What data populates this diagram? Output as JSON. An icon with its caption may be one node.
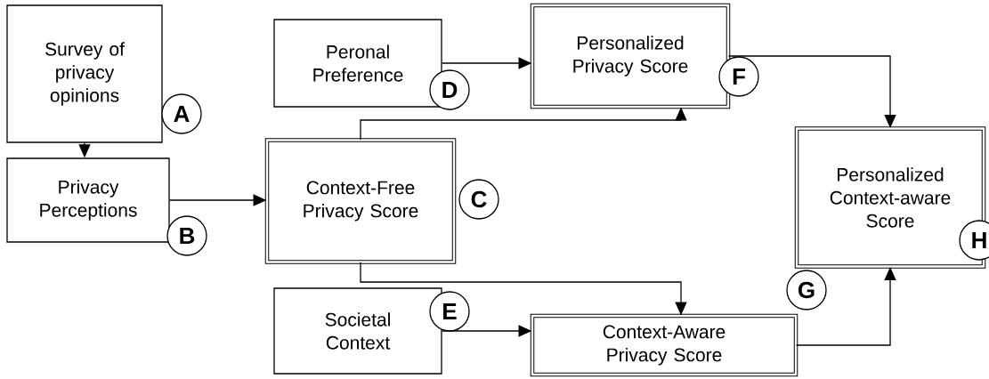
{
  "diagram": {
    "nodes": [
      {
        "text": [
          "Survey of privacy opinions"
        ]
      },
      {
        "text": [
          "A"
        ]
      },
      {
        "text": [
          "Privacy Perceptions"
        ]
      },
      {
        "text": [
          "B"
        ]
      },
      {
        "text": [
          "Context-Free Privacy Score"
        ]
      },
      {
        "text": [
          "C"
        ]
      },
      {
        "text": [
          "Peronal Preference"
        ]
      },
      {
        "text": [
          "D"
        ]
      },
      {
        "text": [
          "Personalized Privacy Score"
        ]
      },
      {
        "text": [
          "F"
        ]
      },
      {
        "text": [
          "Societal Context"
        ]
      },
      {
        "text": [
          "E"
        ]
      },
      {
        "text": [
          "Context-Aware Privacy Score"
        ]
      },
      {
        "text": [
          "G"
        ]
      },
      {
        "text": [
          "Personalized Context-aware Score"
        ]
      },
      {
        "text": [
          "H"
        ]
      }
    ],
    "edges": [
      {
        "from": 0,
        "to": 2,
        "arrow": "to"
      },
      {
        "from": 2,
        "to": 4,
        "arrow": "to"
      },
      {
        "from": 4,
        "to": 8,
        "arrow": "to"
      },
      {
        "from": 6,
        "to": 8,
        "arrow": "to"
      },
      {
        "from": 4,
        "to": 12,
        "arrow": "to"
      },
      {
        "from": 10,
        "to": 12,
        "arrow": "to"
      },
      {
        "from": 8,
        "to": 14,
        "arrow": "to"
      },
      {
        "from": 12,
        "to": 14,
        "arrow": "to"
      }
    ]
  }
}
